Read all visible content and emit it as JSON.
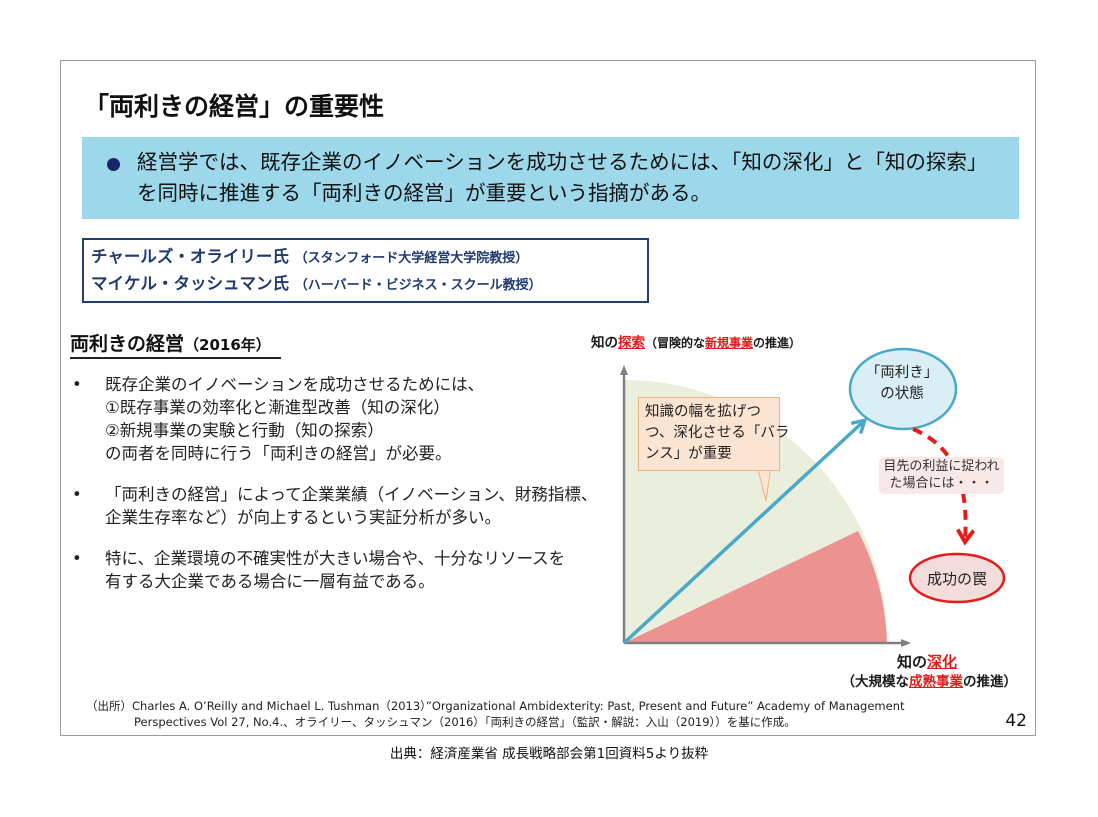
{
  "slide": {
    "title": "「両利きの経営」の重要性",
    "summary": {
      "bullet_icon": "filled-circle-bullet",
      "text": "経営学では、既存企業のイノベーションを成功させるためには、「知の深化」と「知の探索」を同時に推進する「両利きの経営」が重要という指摘がある。"
    },
    "authors": [
      {
        "name": "チャールズ・オライリー氏",
        "affiliation": "（スタンフォード大学経営大学院教授）"
      },
      {
        "name": "マイケル・タッシュマン氏",
        "affiliation": "（ハーバード・ビジネス・スクール教授）"
      }
    ],
    "section": {
      "heading": "両利きの経営",
      "year": "（2016年）"
    },
    "bullets": [
      {
        "mark": "•",
        "lines": [
          "既存企業のイノベーションを成功させるためには、",
          "①既存事業の効率化と漸進型改善（知の深化）",
          "②新規事業の実験と行動（知の探索）",
          "の両者を同時に行う「両利きの経営」が必要。"
        ]
      },
      {
        "mark": "•",
        "lines": [
          "「両利きの経営」によって企業業績（イノベーション、財務指標、",
          "企業生存率など）が向上するという実証分析が多い。"
        ]
      },
      {
        "mark": "•",
        "lines": [
          "特に、企業環境の不確実性が大きい場合や、十分なリソースを",
          "有する大企業である場合に一層有益である。"
        ]
      }
    ],
    "diagram": {
      "y_axis_label": {
        "prefix": "知の",
        "highlight": "探索",
        "paren_open": "（冒険的な",
        "paren_highlight": "新規事業",
        "paren_close": "の推進）"
      },
      "x_axis_label": {
        "prefix": "知の",
        "highlight": "深化",
        "paren_open": "（大規模な",
        "paren_highlight": "成熟事業",
        "paren_close": "の推進）"
      },
      "callout_lines": [
        "知識の幅を拡げつ",
        "つ、深化させる「バラ",
        "ンス」が重要"
      ],
      "ambidextrous_state_lines": [
        "「両利き」",
        "の状態"
      ],
      "caught_note_lines": [
        "目先の利益に捉われ",
        "た場合には・・・"
      ],
      "trap_label": "成功の罠",
      "colors": {
        "exploration_area": "#e9eedd",
        "exploitation_area": "#ec9391",
        "balance_arrow": "#4aa8c8",
        "state_fill": "#d9eef5",
        "state_border": "#4aa8c8",
        "trap_border": "#e51c1c",
        "trap_fill": "#f2dcdc",
        "dashed_arrow": "#e51c1c",
        "axis": "#808080",
        "highlight_text": "#e01b1b"
      }
    },
    "source": {
      "label": "（出所）",
      "line1": "Charles A. O’Reilly and Michael L. Tushman（2013）”Organizational Ambidexterity: Past, Present and Future” Academy of  Management",
      "line2": "Perspectives Vol 27, No.4.、オライリー、タッシュマン（2016）「両利きの経営」（監訳・解説：入山（2019））を基に作成。"
    },
    "page_number": "42"
  },
  "caption": "出典：経済産業省 成長戦略部会第1回資料5より抜粋"
}
